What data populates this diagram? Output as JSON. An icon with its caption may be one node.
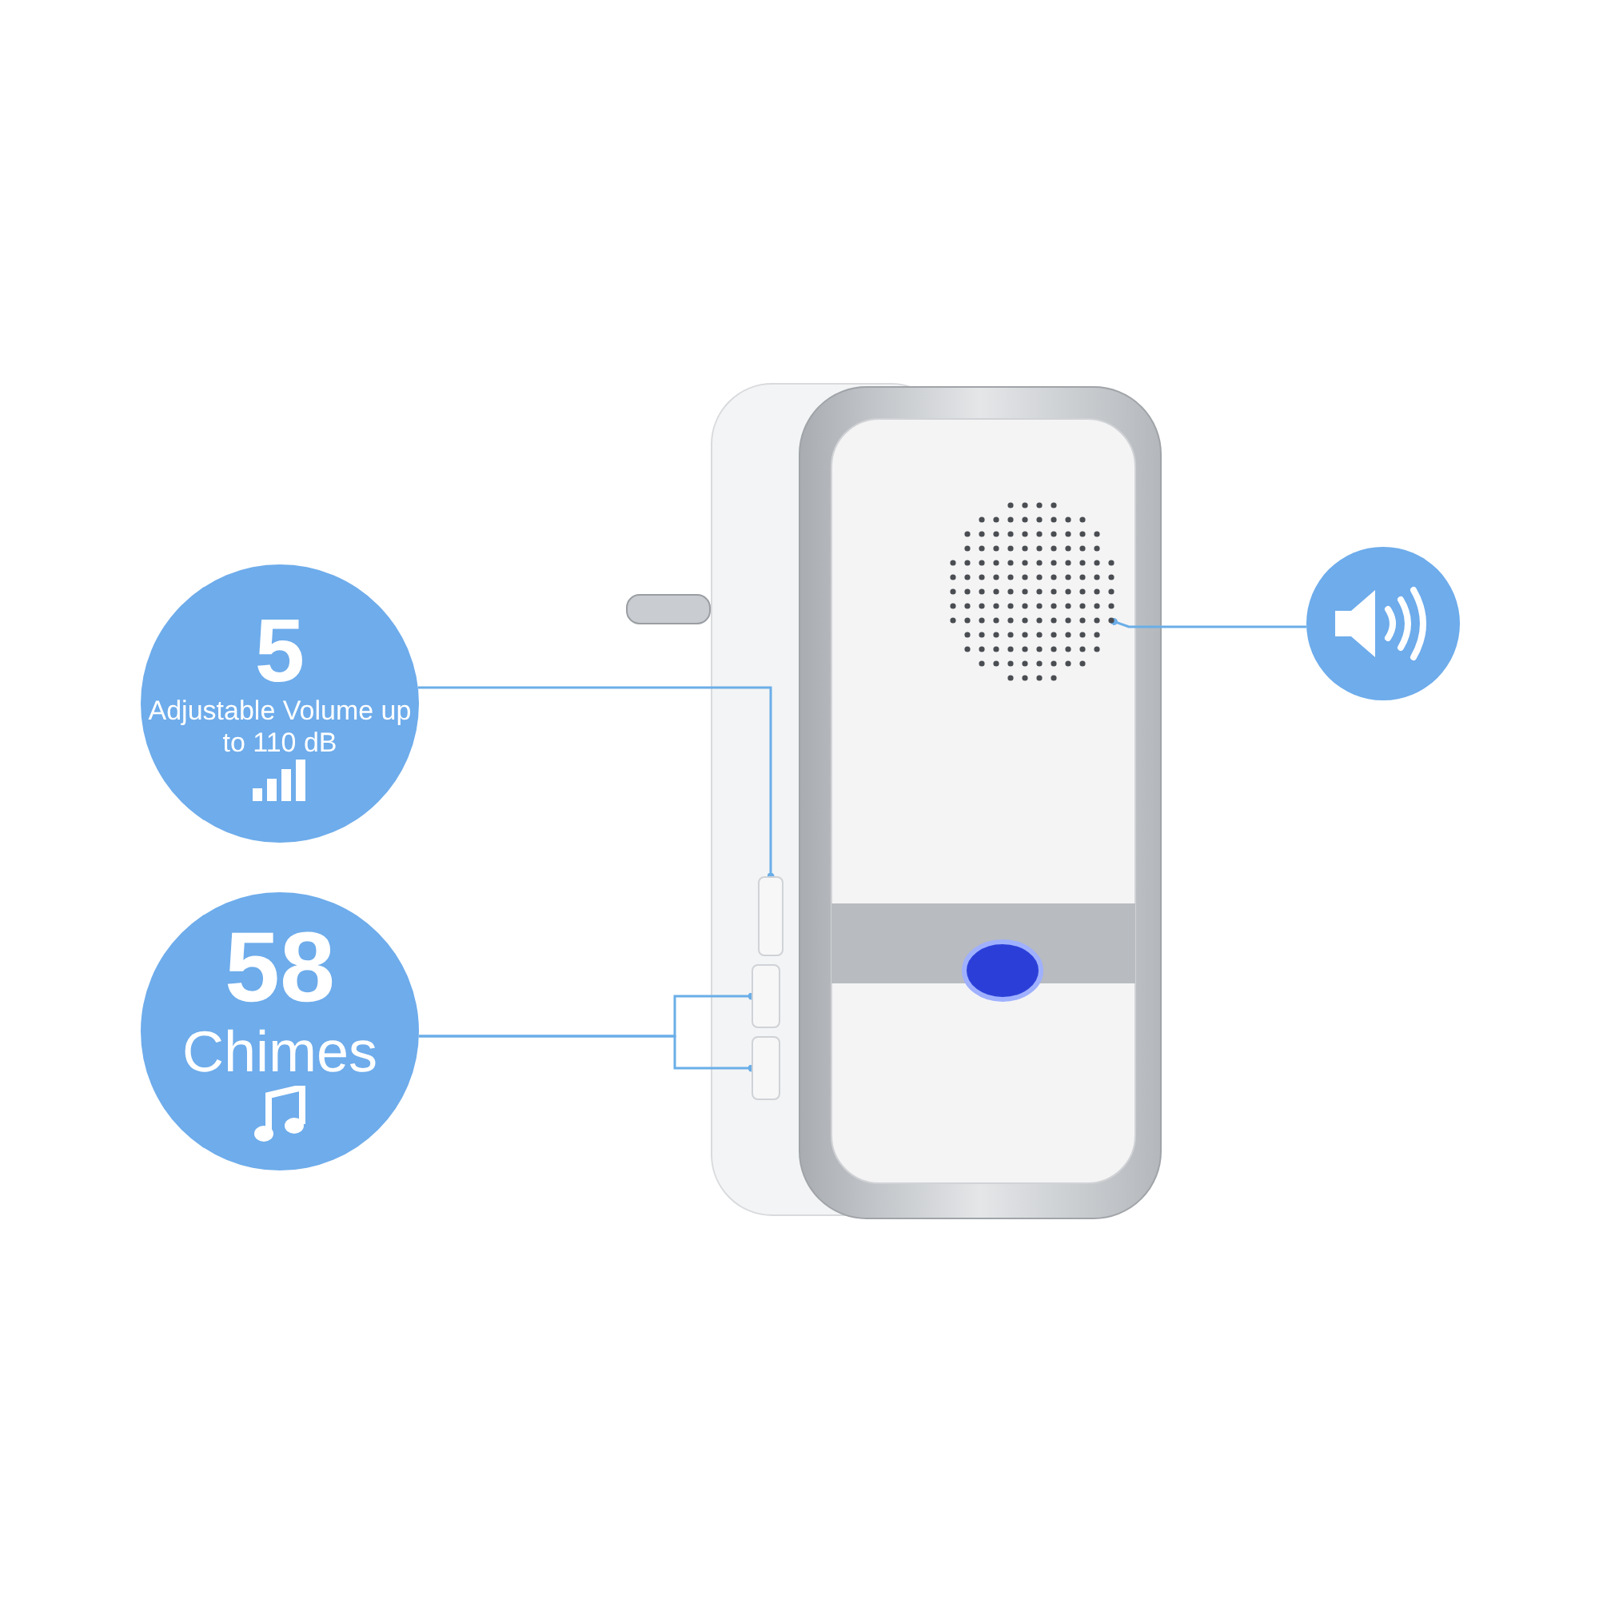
{
  "diagram": {
    "nodes": [
      {
        "text": [
          "5",
          "Adjustable Volume up to 110 dB"
        ]
      },
      {
        "text": [
          "58",
          "Chimes"
        ]
      },
      {
        "text": [],
        "shape": "circle"
      },
      {
        "text": [],
        "shape": "circle"
      },
      {
        "text": [],
        "shape": "box"
      },
      {
        "text": [],
        "shape": "box"
      },
      {
        "text": [],
        "shape": "box"
      }
    ],
    "edges": [
      {
        "from": 3,
        "to": 2,
        "arrow": "other"
      },
      {
        "from": 0,
        "to": 4,
        "arrow": "other"
      },
      {
        "from": 1,
        "to": 5,
        "arrow": "other"
      },
      {
        "from": 1,
        "to": 6,
        "arrow": "other"
      }
    ]
  }
}
